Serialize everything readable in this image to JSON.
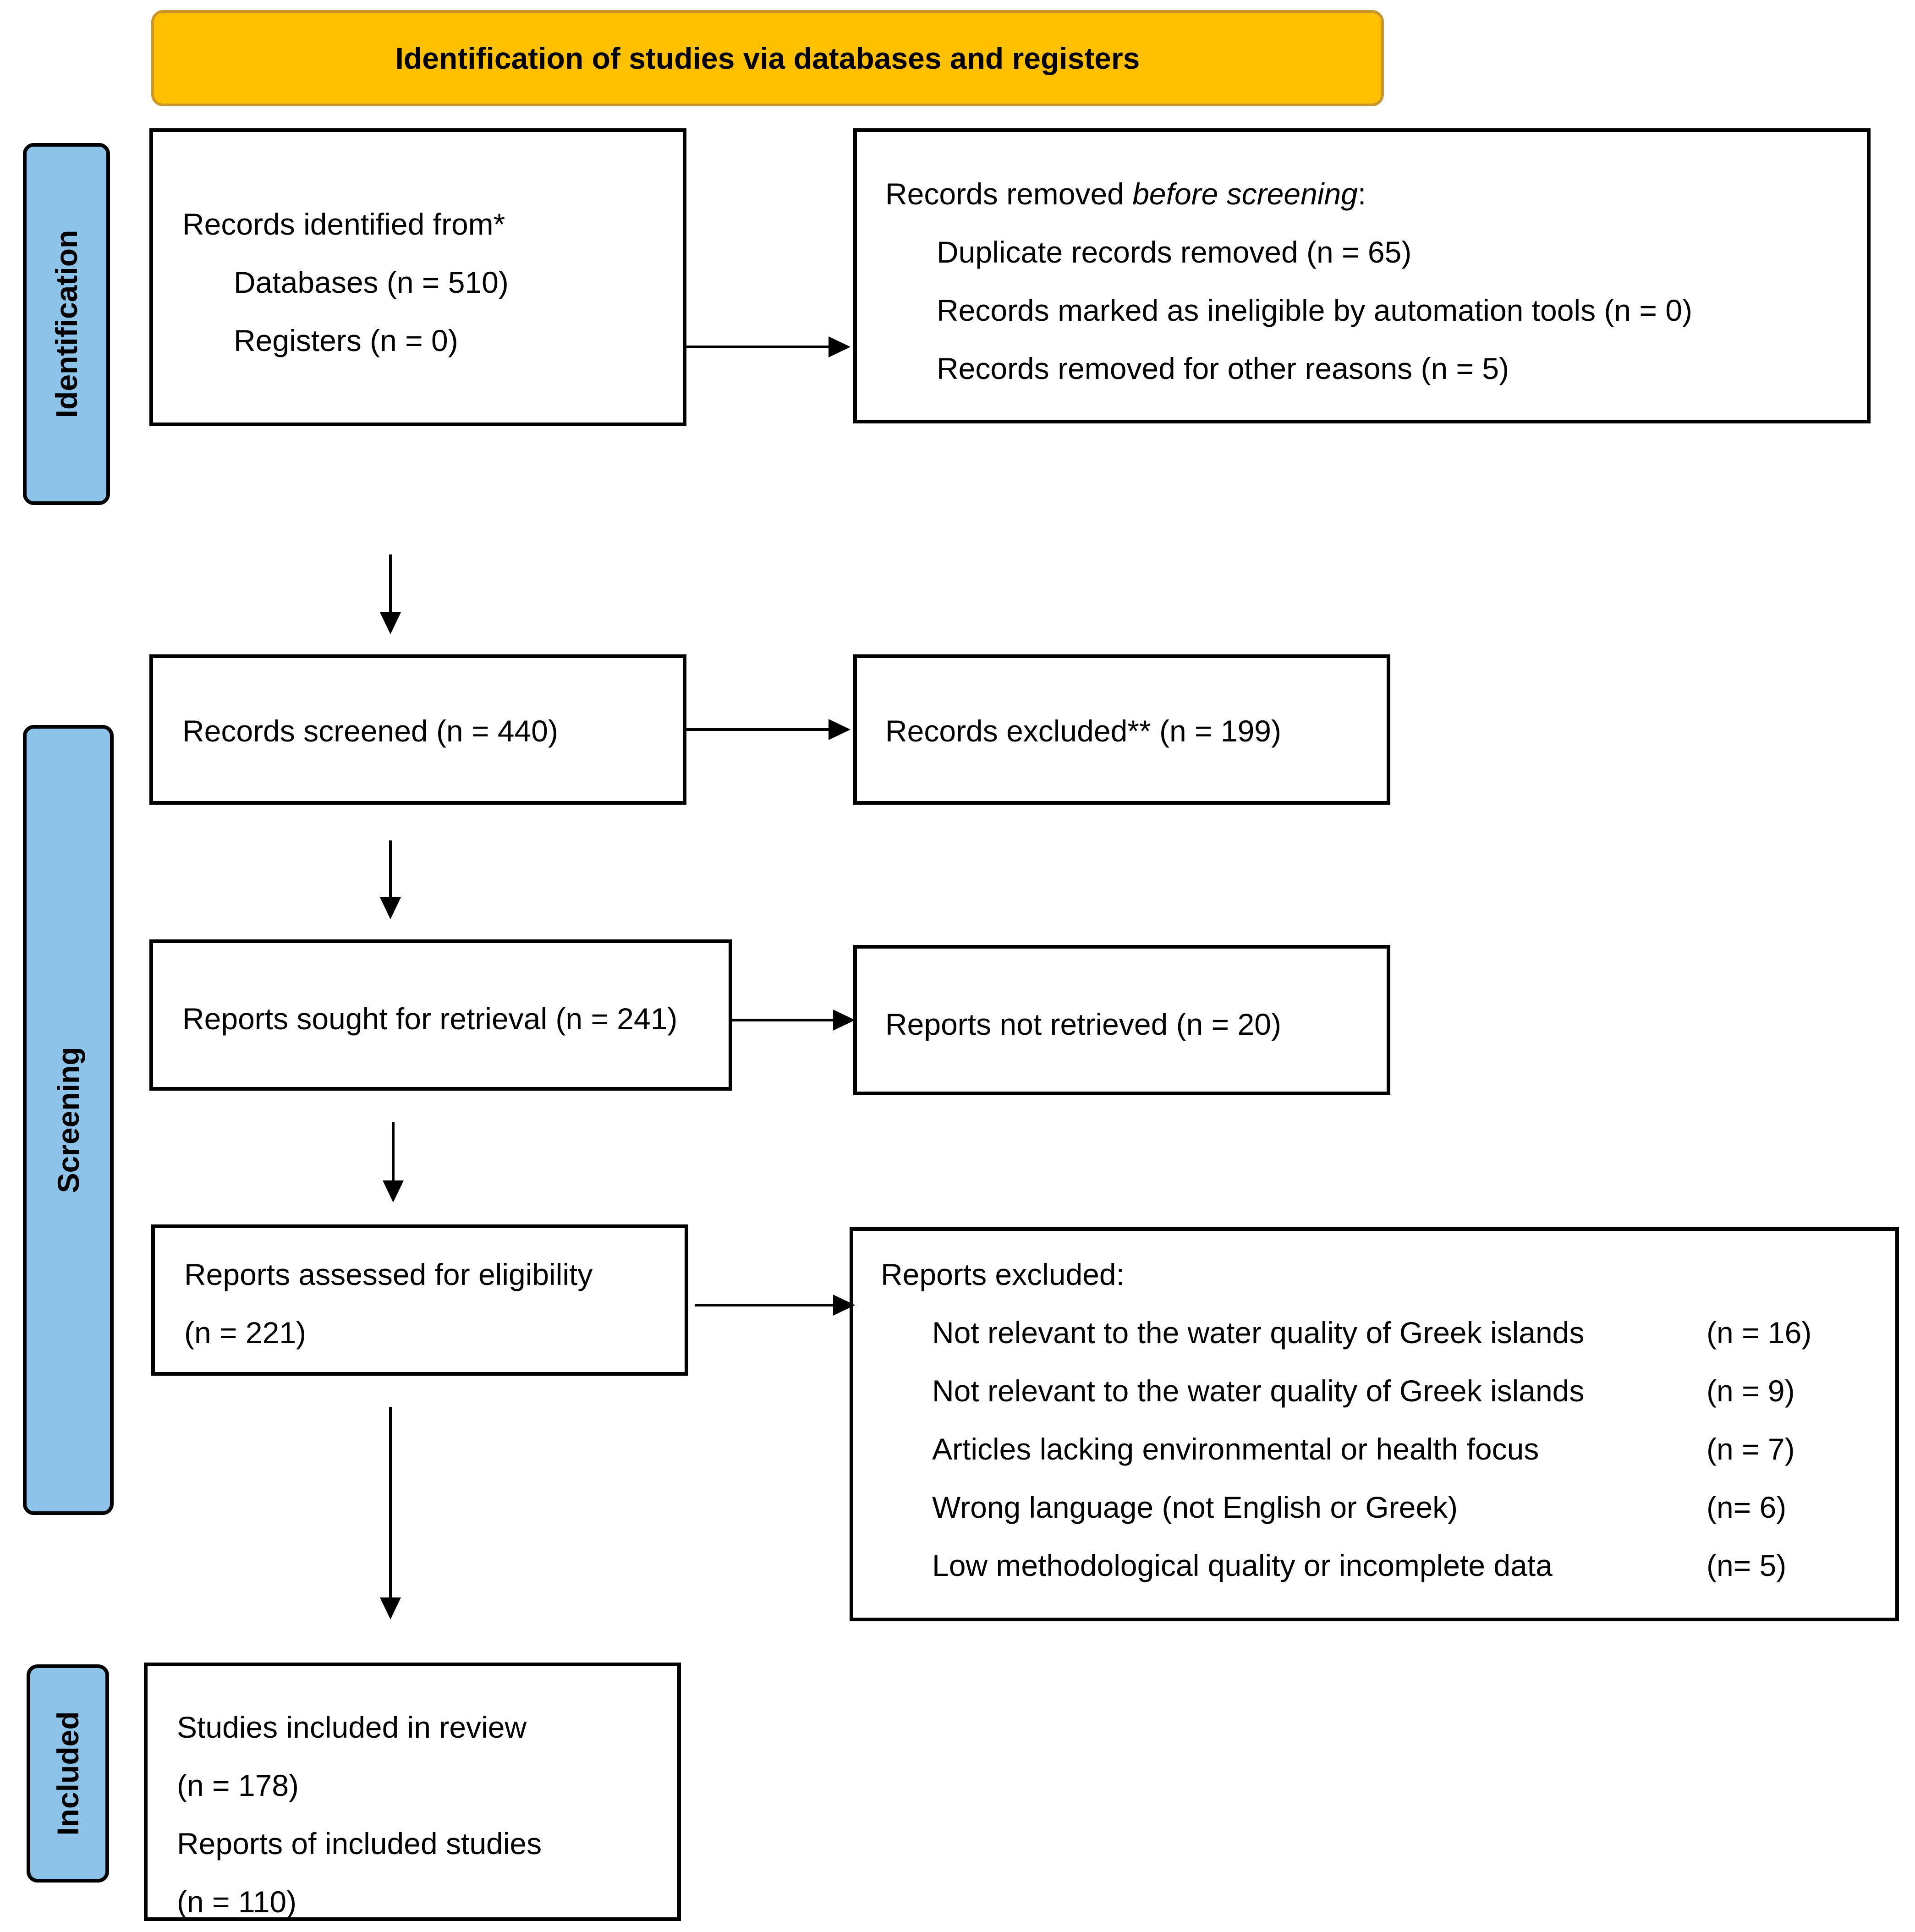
{
  "header": {
    "title": "Identification of studies via databases and registers"
  },
  "stages": {
    "identification": "Identification",
    "screening": "Screening",
    "included": "Included"
  },
  "identified": {
    "heading": "Records identified from*",
    "databases": "Databases (n = 510)",
    "registers": "Registers (n = 0)"
  },
  "removed": {
    "heading_prefix": "Records removed ",
    "heading_emph": "before screening",
    "heading_suffix": ":",
    "duplicates": "Duplicate records removed (n = 65)",
    "automation": "Records marked as ineligible by automation tools (n = 0)",
    "other": "Records removed for other reasons (n = 5)"
  },
  "screened": {
    "label": "Records screened (n = 440)"
  },
  "excluded": {
    "label": "Records excluded** (n = 199)"
  },
  "sought": {
    "label": "Reports sought for retrieval (n = 241)"
  },
  "not_retrieved": {
    "label": "Reports not retrieved (n = 20)"
  },
  "assessed": {
    "line1": "Reports assessed for eligibility",
    "line2": "(n = 221)"
  },
  "reports_excluded": {
    "heading": "Reports excluded:",
    "reasons": [
      {
        "reason": "Not relevant to the water quality of Greek islands",
        "count": "(n = 16)"
      },
      {
        "reason": "Not relevant to the water quality of Greek islands",
        "count": "(n = 9)"
      },
      {
        "reason": "Articles lacking environmental or health focus",
        "count": "(n = 7)"
      },
      {
        "reason": "Wrong language (not English or Greek)",
        "count": "(n= 6)"
      },
      {
        "reason": "Low methodological quality or incomplete data",
        "count": "(n= 5)"
      }
    ]
  },
  "included": {
    "studies_label": "Studies included in review",
    "studies_count": "(n = 178)",
    "reports_label": "Reports of included studies",
    "reports_count": "(n = 110)"
  },
  "colors": {
    "header": "#FFC000",
    "stage": "#8DC3E9",
    "line": "#000000"
  }
}
